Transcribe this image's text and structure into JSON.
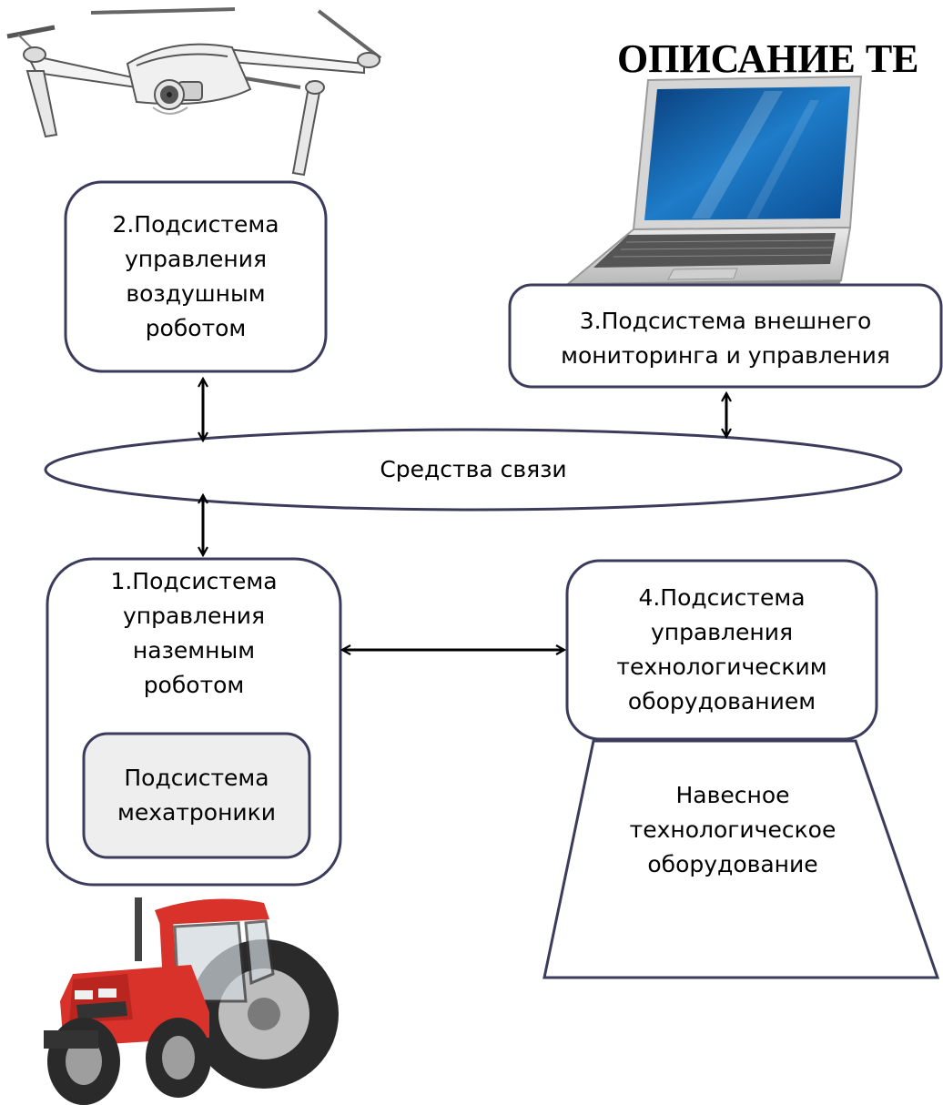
{
  "title": "ОПИСАНИЕ ТЕ",
  "nodes": {
    "subsystem_air": {
      "lines": [
        "2.Подсистема",
        "управления",
        "воздушным",
        "роботом"
      ]
    },
    "subsystem_monitoring": {
      "lines": [
        "3.Подсистема внешнего",
        "мониторинга и управления"
      ]
    },
    "communication": {
      "label": "Средства связи"
    },
    "subsystem_ground": {
      "lines": [
        "1.Подсистема",
        "управления",
        "наземным",
        "роботом"
      ]
    },
    "subsystem_mechatronics": {
      "lines": [
        "Подсистема",
        "мехатроники"
      ]
    },
    "subsystem_equipment": {
      "lines": [
        "4.Подсистема",
        "управления",
        "технологическим",
        "оборудованием"
      ]
    },
    "mounted_equipment": {
      "lines": [
        "Навесное",
        "технологическое",
        "оборудование"
      ]
    }
  },
  "icons": {
    "drone": "drone-icon",
    "laptop": "laptop-icon",
    "tractor": "tractor-icon"
  },
  "colors": {
    "box_border": "#3b3b5c",
    "inner_fill": "#eeeeee",
    "tractor_red": "#d9322a"
  }
}
